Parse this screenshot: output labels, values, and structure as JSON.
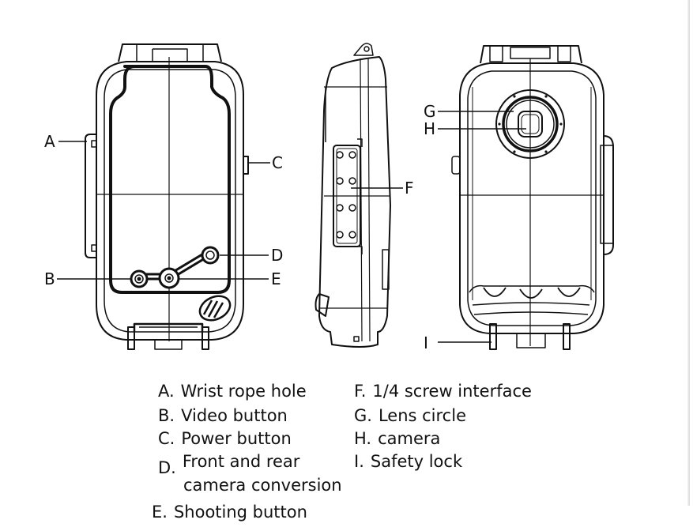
{
  "diagram": {
    "title": "Waterproof phone case parts",
    "callouts": {
      "a": "A",
      "b": "B",
      "c": "C",
      "d": "D",
      "e": "E",
      "f": "F",
      "g": "G",
      "h": "H",
      "i": "I"
    }
  },
  "legend": {
    "items": [
      {
        "key": "A.",
        "text": "Wrist rope hole"
      },
      {
        "key": "B.",
        "text": "Video button"
      },
      {
        "key": "C.",
        "text": "Power button"
      },
      {
        "key": "D.",
        "text": "Front and rear",
        "text2": "camera conversion"
      },
      {
        "key": "E.",
        "text": "Shooting button"
      },
      {
        "key": "F.",
        "text": "1/4 screw interface"
      },
      {
        "key": "G.",
        "text": "Lens circle"
      },
      {
        "key": "H.",
        "text": "camera"
      },
      {
        "key": "I.",
        "text": "Safety lock"
      }
    ]
  },
  "colors": {
    "line": "#111111",
    "background": "#ffffff"
  }
}
